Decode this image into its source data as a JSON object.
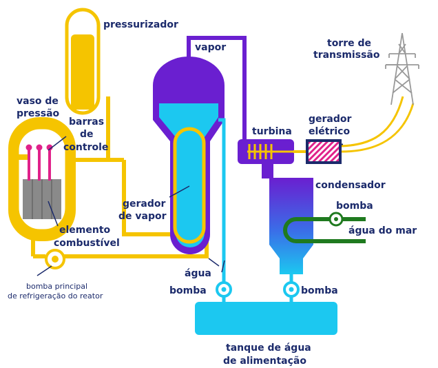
{
  "labels": {
    "pressurizer": "pressurizador",
    "steam": "vapor",
    "tower_line1": "torre de",
    "tower_line2": "transmissão",
    "vessel_line1": "vaso de",
    "vessel_line2": "pressão",
    "rods_line1": "barras",
    "rods_line2": "de",
    "rods_line3": "controle",
    "turbine": "turbina",
    "generator_line1": "gerador",
    "generator_line2": "elétrico",
    "condenser": "condensador",
    "pump": "bomba",
    "seawater": "água do mar",
    "steam_gen_line1": "gerador",
    "steam_gen_line2": "de vapor",
    "fuel_line1": "elemento",
    "fuel_line2": "combustível",
    "water": "água",
    "pump_left": "bomba",
    "pump_right": "bomba",
    "main_pump_line1": "bomba principal",
    "main_pump_line2": "de refrigeração do reator",
    "tank_line1": "tanque de água",
    "tank_line2": "de alimentação"
  },
  "colors": {
    "primary_loop": "#f5c400",
    "steam": "#6a1fd0",
    "feedwater": "#1cc8f0",
    "seawater_loop": "#1f7a1f",
    "control_rods": "#e0218a",
    "fuel": "#8a8a8a",
    "text": "#1b2a6b"
  }
}
